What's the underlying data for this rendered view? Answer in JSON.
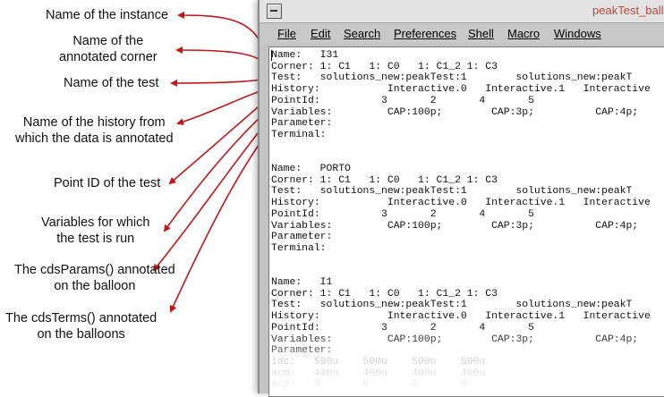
{
  "annotations": [
    "Name of the instance",
    "Name of the annotated corner",
    "Name of the test",
    "Name of the history from which the data is annotated",
    "Point ID of the test",
    "Variables for which the test is run",
    "The cdsParams() annotated on the balloon",
    "The cdsTerms() annotated on the balloons"
  ],
  "window": {
    "title": "peakTest_balloo",
    "menu": [
      "File",
      "Edit",
      "Search",
      "Preferences",
      "Shell",
      "Macro",
      "Windows"
    ]
  },
  "blocks": [
    {
      "lines": [
        "Name:   I31",
        "Corner: 1: C1   1: C0   1: C1_2 1: C3",
        "Test:   solutions_new:peakTest:1        solutions_new:peakT",
        "History:           Interactive.0   Interactive.1   Interactive",
        "PointId:          3       2       4       5",
        "Variables:         CAP:100p;        CAP:3p;          CAP:4p;",
        "Parameter:",
        "Terminal:"
      ]
    },
    {
      "lines": [
        "Name:   PORTO",
        "Corner: 1: C1   1: C0   1: C1_2 1: C3",
        "Test:   solutions_new:peakTest:1        solutions_new:peakT",
        "History:           Interactive.0   Interactive.1   Interactive",
        "PointId:          3       2       4       5",
        "Variables:         CAP:100p;        CAP:3p;          CAP:4p;",
        "Parameter:",
        "Terminal:"
      ]
    },
    {
      "lines": [
        "Name:   I1",
        "Corner: 1: C1   1: C0   1: C1_2 1: C3",
        "Test:   solutions_new:peakTest:1        solutions_new:peakT",
        "History:           Interactive.0   Interactive.1   Interactive",
        "PointId:          3       2       4       5",
        "Variables:         CAP:100p;        CAP:3p;          CAP:4p;",
        "Parameter:"
      ],
      "faded_lines": [
        "idc:   500u    500u    500u    500u",
        "acm:   400u    400u    400u    400u",
        "acp:   0       0       0       0"
      ]
    }
  ]
}
